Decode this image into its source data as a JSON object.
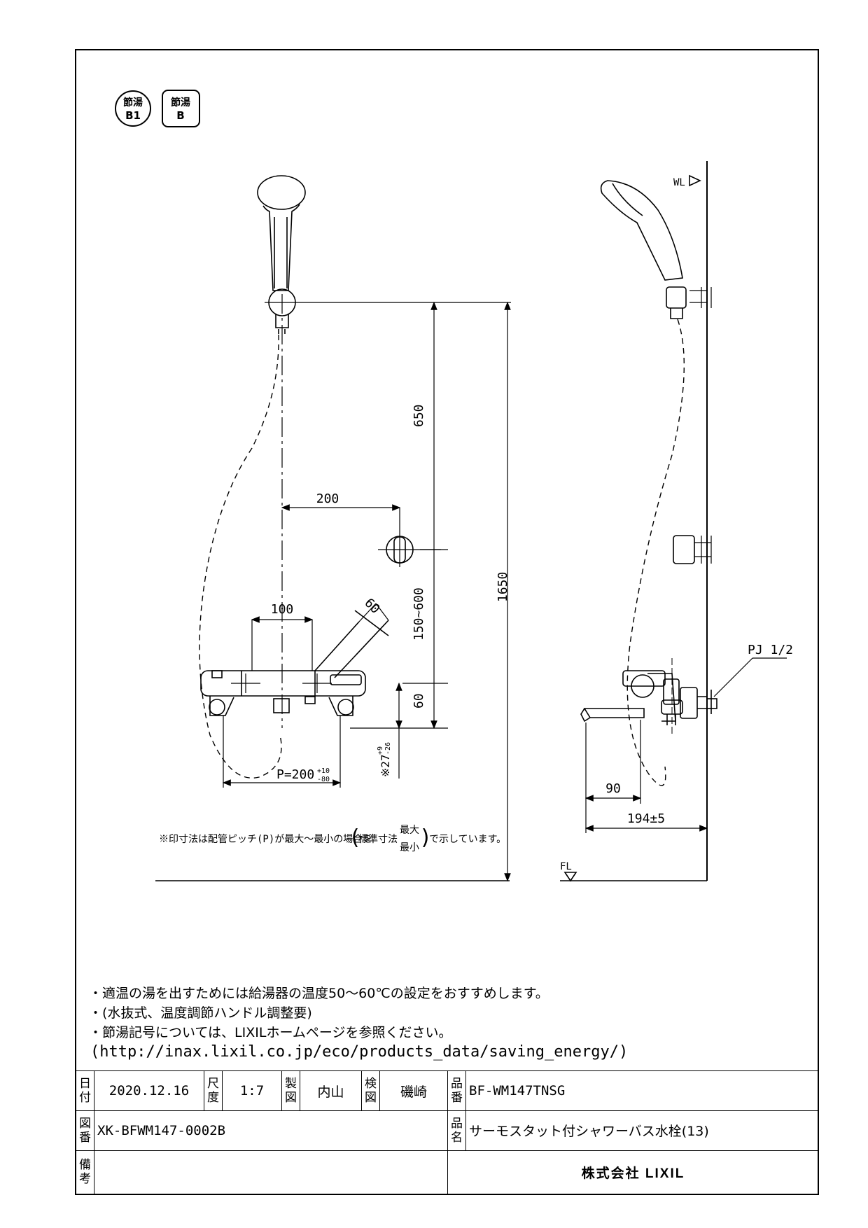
{
  "eco_marks": [
    {
      "line1": "節湯",
      "line2": "B1"
    },
    {
      "line1": "節湯",
      "line2": "B"
    }
  ],
  "dimensions": {
    "d650": "650",
    "d1650": "1650",
    "d200": "200",
    "d100": "100",
    "d60_angle": "60",
    "d150_600": "150~600",
    "d60": "60",
    "d27": "※27",
    "d27_tol_top": "+9",
    "d27_tol_bottom": "-26",
    "pitch": "P=200",
    "pitch_tol_top": "+10",
    "pitch_tol_bottom": "-80",
    "d90": "90",
    "d194": "194±5",
    "pj": "PJ 1/2",
    "wl": "WL",
    "fl": "FL"
  },
  "footnote": {
    "pre": "※印寸法は配管ピッチ(P)が最大～最小の場合を",
    "std": "標準寸法",
    "max": "最大",
    "min": "最小",
    "post": "で示しています。"
  },
  "notes": [
    "・適温の湯を出すためには給湯器の温度50～60℃の設定をおすすめします。",
    "・(水抜式、温度調節ハンドル調整要)",
    "・節湯記号については、LIXILホームページを参照ください。"
  ],
  "url": "(http://inax.lixil.co.jp/eco/products_data/saving_energy/)",
  "title_block": {
    "date_label": "日付",
    "date": "2020.12.16",
    "scale_label": "尺度",
    "scale": "1:7",
    "drawn_label": "製図",
    "drawn_by": "内山",
    "checked_label": "検図",
    "checked_by": "磯崎",
    "product_no_label": "品番",
    "product_no": "BF-WM147TNSG",
    "drawing_no_label": "図番",
    "drawing_no": "XK-BFWM147-0002B",
    "product_name_label": "品名",
    "product_name": "サーモスタット付シャワーバス水栓(13)",
    "remarks_label": "備考",
    "company": "株式会社 LIXIL"
  }
}
